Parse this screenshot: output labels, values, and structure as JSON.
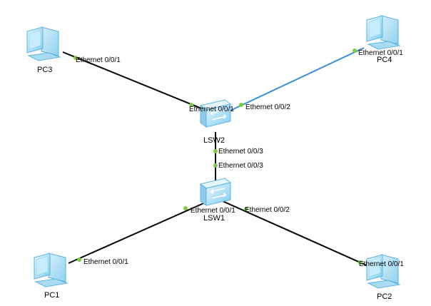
{
  "devices": {
    "pc1": {
      "name": "PC1",
      "type": "pc"
    },
    "pc2": {
      "name": "PC2",
      "type": "pc"
    },
    "pc3": {
      "name": "PC3",
      "type": "pc"
    },
    "pc4": {
      "name": "PC4",
      "type": "pc"
    },
    "lsw1": {
      "name": "LSW1",
      "type": "switch"
    },
    "lsw2": {
      "name": "LSW2",
      "type": "switch"
    }
  },
  "links": [
    {
      "from": "PC3",
      "from_port": "Ethernet 0/0/1",
      "to": "LSW2",
      "to_port": "Ethernet 0/0/1",
      "color": "#000000"
    },
    {
      "from": "PC4",
      "from_port": "Ethernet 0/0/1",
      "to": "LSW2",
      "to_port": "Ethernet 0/0/2",
      "color": "#3a8fd9"
    },
    {
      "from": "LSW2",
      "from_port": "Ethernet 0/0/3",
      "to": "LSW1",
      "to_port": "Ethernet 0/0/3",
      "color": "#000000"
    },
    {
      "from": "LSW1",
      "from_port": "Ethernet 0/0/1",
      "to": "PC1",
      "to_port": "Ethernet 0/0/1",
      "color": "#000000"
    },
    {
      "from": "LSW1",
      "from_port": "Ethernet 0/0/2",
      "to": "PC2",
      "to_port": "Ethernet 0/0/1",
      "color": "#000000"
    }
  ],
  "colors": {
    "port_dot": "#7ccc3c",
    "device_fill": "#b9e3f7",
    "device_stroke": "#4aa6d8"
  }
}
